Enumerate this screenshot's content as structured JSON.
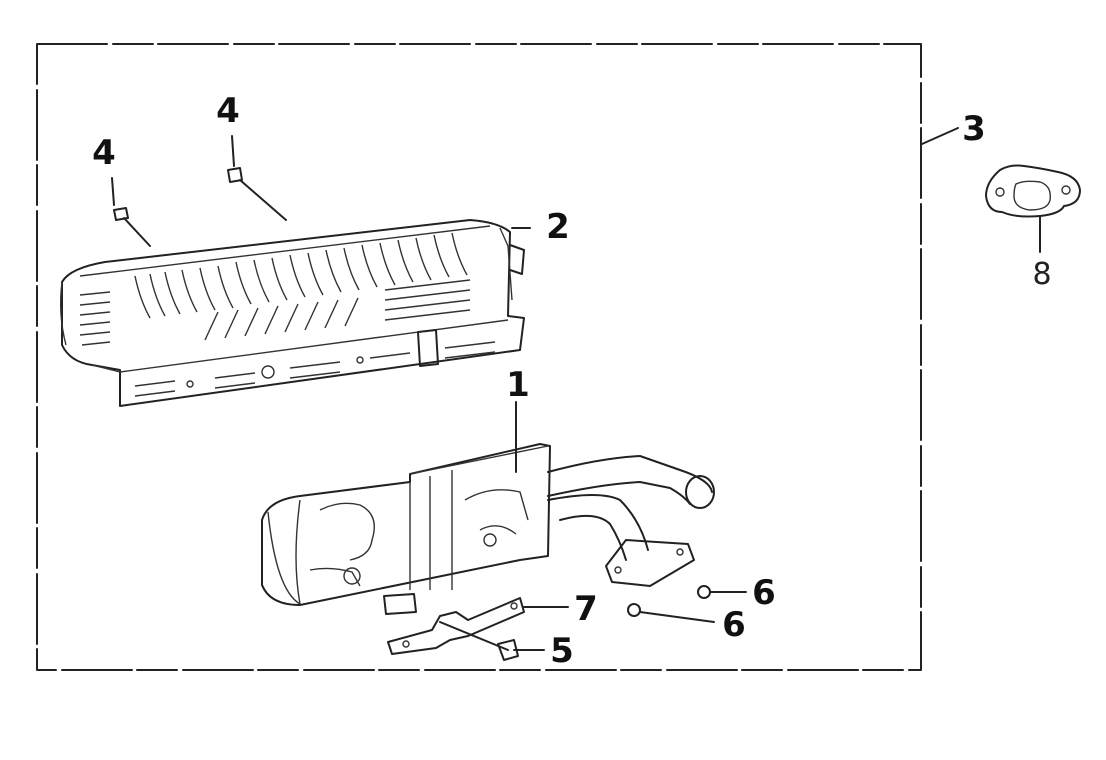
{
  "callouts": {
    "muffler": "1",
    "heat_shield": "2",
    "assembly": "3",
    "bolt_left": "4",
    "bolt_right": "4",
    "bracket_bolt": "5",
    "nut_upper": "6",
    "nut_lower": "6",
    "bracket": "7",
    "gasket": "8"
  },
  "colors": {
    "line": "#222222",
    "background": "#ffffff"
  }
}
